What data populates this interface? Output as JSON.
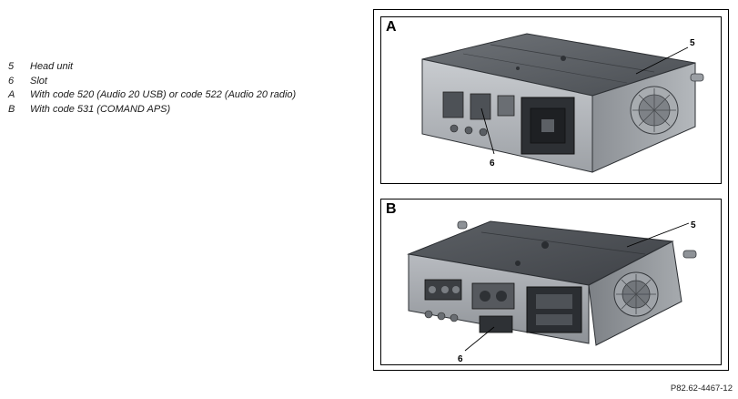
{
  "legend": [
    {
      "key": "5",
      "text": "Head unit"
    },
    {
      "key": "6",
      "text": "Slot"
    },
    {
      "key": "A",
      "text": "With code 520 (Audio 20 USB) or code 522 (Audio 20 radio)"
    },
    {
      "key": "B",
      "text": "With code 531 (COMAND APS)"
    }
  ],
  "panels": [
    {
      "letter": "A",
      "callout_unit": "5",
      "callout_slot": "6"
    },
    {
      "letter": "B",
      "callout_unit": "5",
      "callout_slot": "6"
    }
  ],
  "doc_ref": "P82.62-4467-12"
}
